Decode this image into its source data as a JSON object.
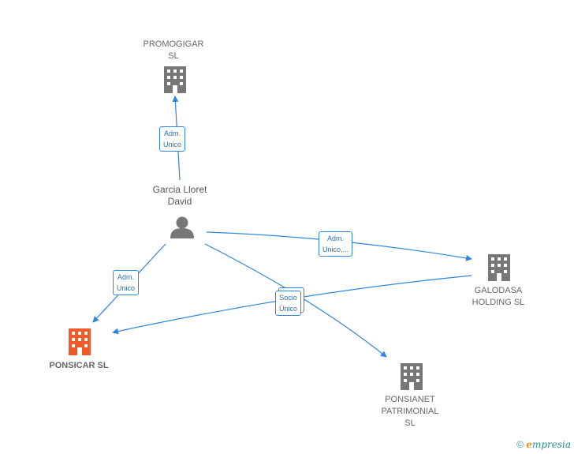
{
  "nodes": {
    "promogigar": {
      "lines": [
        "PROMOGIGAR",
        "SL"
      ]
    },
    "person": {
      "lines": [
        "Garcia Lloret",
        "David"
      ]
    },
    "galodasa": {
      "lines": [
        "GALODASA",
        "HOLDING  SL"
      ]
    },
    "ponsicar": {
      "lines": [
        "PONSICAR  SL"
      ]
    },
    "ponsianet": {
      "lines": [
        "PONSIANET",
        "PATRIMONIAL",
        "SL"
      ]
    }
  },
  "edges": {
    "to_promogigar": {
      "lines": [
        "Adm.",
        "Unico"
      ]
    },
    "to_galodasa": {
      "lines": [
        "Adm.",
        "Unico,..."
      ]
    },
    "to_ponsicar": {
      "lines": [
        "Adm.",
        "Unico"
      ]
    },
    "socio": {
      "lines": [
        "Socio",
        "Único"
      ]
    }
  },
  "colors": {
    "edge": "#2e86de",
    "building": "#777777",
    "building_main": "#f05a28",
    "person": "#777777"
  },
  "footer": {
    "copyright_symbol": "©",
    "brand_initial": "e",
    "brand_rest": "mpresia"
  }
}
